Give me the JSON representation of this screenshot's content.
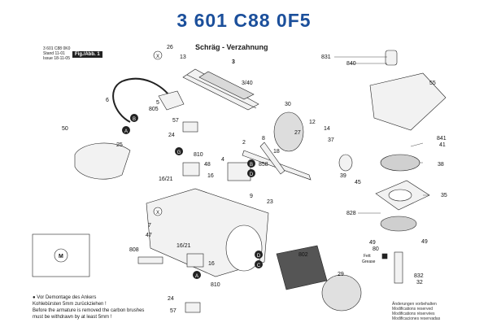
{
  "header": {
    "part_number": "3 601 C88 0F5",
    "code": "3 601 C88 0K0",
    "stand_label": "Stand",
    "stand_value": "11-01",
    "issue_label": "Issue",
    "issue_value": "18-11-05",
    "fig_label": "Fig./Abb. 1",
    "subtitle": "Schräg - Verzahnung"
  },
  "callouts": [
    {
      "id": "c26",
      "text": "26"
    },
    {
      "id": "c13",
      "text": "13"
    },
    {
      "id": "c3",
      "text": "3"
    },
    {
      "id": "c340",
      "text": "3/40"
    },
    {
      "id": "c6",
      "text": "6"
    },
    {
      "id": "c5",
      "text": "5"
    },
    {
      "id": "c805",
      "text": "805"
    },
    {
      "id": "c50",
      "text": "50"
    },
    {
      "id": "c57a",
      "text": "57"
    },
    {
      "id": "c24a",
      "text": "24"
    },
    {
      "id": "c25",
      "text": "25"
    },
    {
      "id": "c810a",
      "text": "810"
    },
    {
      "id": "c48",
      "text": "48"
    },
    {
      "id": "c1621a",
      "text": "16/21"
    },
    {
      "id": "c16a",
      "text": "16"
    },
    {
      "id": "c4",
      "text": "4"
    },
    {
      "id": "c858",
      "text": "858"
    },
    {
      "id": "c30",
      "text": "30"
    },
    {
      "id": "c12",
      "text": "12"
    },
    {
      "id": "c27",
      "text": "27"
    },
    {
      "id": "c14",
      "text": "14"
    },
    {
      "id": "c37",
      "text": "37"
    },
    {
      "id": "c8",
      "text": "8"
    },
    {
      "id": "c2",
      "text": "2"
    },
    {
      "id": "c18",
      "text": "18"
    },
    {
      "id": "c39",
      "text": "39"
    },
    {
      "id": "c45",
      "text": "45"
    },
    {
      "id": "c831",
      "text": "831"
    },
    {
      "id": "c840",
      "text": "840"
    },
    {
      "id": "c55",
      "text": "55"
    },
    {
      "id": "c841",
      "text": "841"
    },
    {
      "id": "c41",
      "text": "41"
    },
    {
      "id": "c38",
      "text": "38"
    },
    {
      "id": "c35",
      "text": "35"
    },
    {
      "id": "c828",
      "text": "828"
    },
    {
      "id": "c9",
      "text": "9"
    },
    {
      "id": "c23",
      "text": "23"
    },
    {
      "id": "c7",
      "text": "7"
    },
    {
      "id": "c47",
      "text": "47"
    },
    {
      "id": "c1621b",
      "text": "16/21"
    },
    {
      "id": "c808",
      "text": "808"
    },
    {
      "id": "c16b",
      "text": "16"
    },
    {
      "id": "c810b",
      "text": "810"
    },
    {
      "id": "c802",
      "text": "802"
    },
    {
      "id": "c29",
      "text": "29"
    },
    {
      "id": "c49a",
      "text": "49"
    },
    {
      "id": "c49b",
      "text": "49"
    },
    {
      "id": "c832",
      "text": "832"
    },
    {
      "id": "c32",
      "text": "32"
    },
    {
      "id": "c24b",
      "text": "24"
    },
    {
      "id": "c57b",
      "text": "57"
    },
    {
      "id": "c80",
      "text": "80"
    },
    {
      "id": "cM",
      "text": "M"
    },
    {
      "id": "cFett",
      "text": "Fett"
    },
    {
      "id": "cGrease",
      "text": "Grease"
    }
  ],
  "markers": [
    {
      "id": "mX1",
      "text": "X"
    },
    {
      "id": "mB1",
      "text": "B"
    },
    {
      "id": "mA1",
      "text": "A"
    },
    {
      "id": "mG",
      "text": "G"
    },
    {
      "id": "mB2",
      "text": "B"
    },
    {
      "id": "mD",
      "text": "D"
    },
    {
      "id": "mX2",
      "text": "X"
    },
    {
      "id": "mD2",
      "text": "D"
    },
    {
      "id": "mC",
      "text": "C"
    },
    {
      "id": "mA2",
      "text": "A"
    }
  ],
  "notes": {
    "line1": "● Vor Demontage des Ankers",
    "line2": "   Kohlebürsten 5mm zurückziehen !",
    "line3": "Before the armature is removed the carbon brushes",
    "line4": "must be withdrawn by at least 5mm !"
  },
  "rights": {
    "l1": "Änderungen vorbehalten",
    "l2": "Modifications reserved",
    "l3": "Modifications réservées",
    "l4": "Modificaciones reservadas"
  },
  "colors": {
    "title": "#1b4f9b",
    "line": "#222222",
    "part_fill": "#f2f2f2"
  }
}
